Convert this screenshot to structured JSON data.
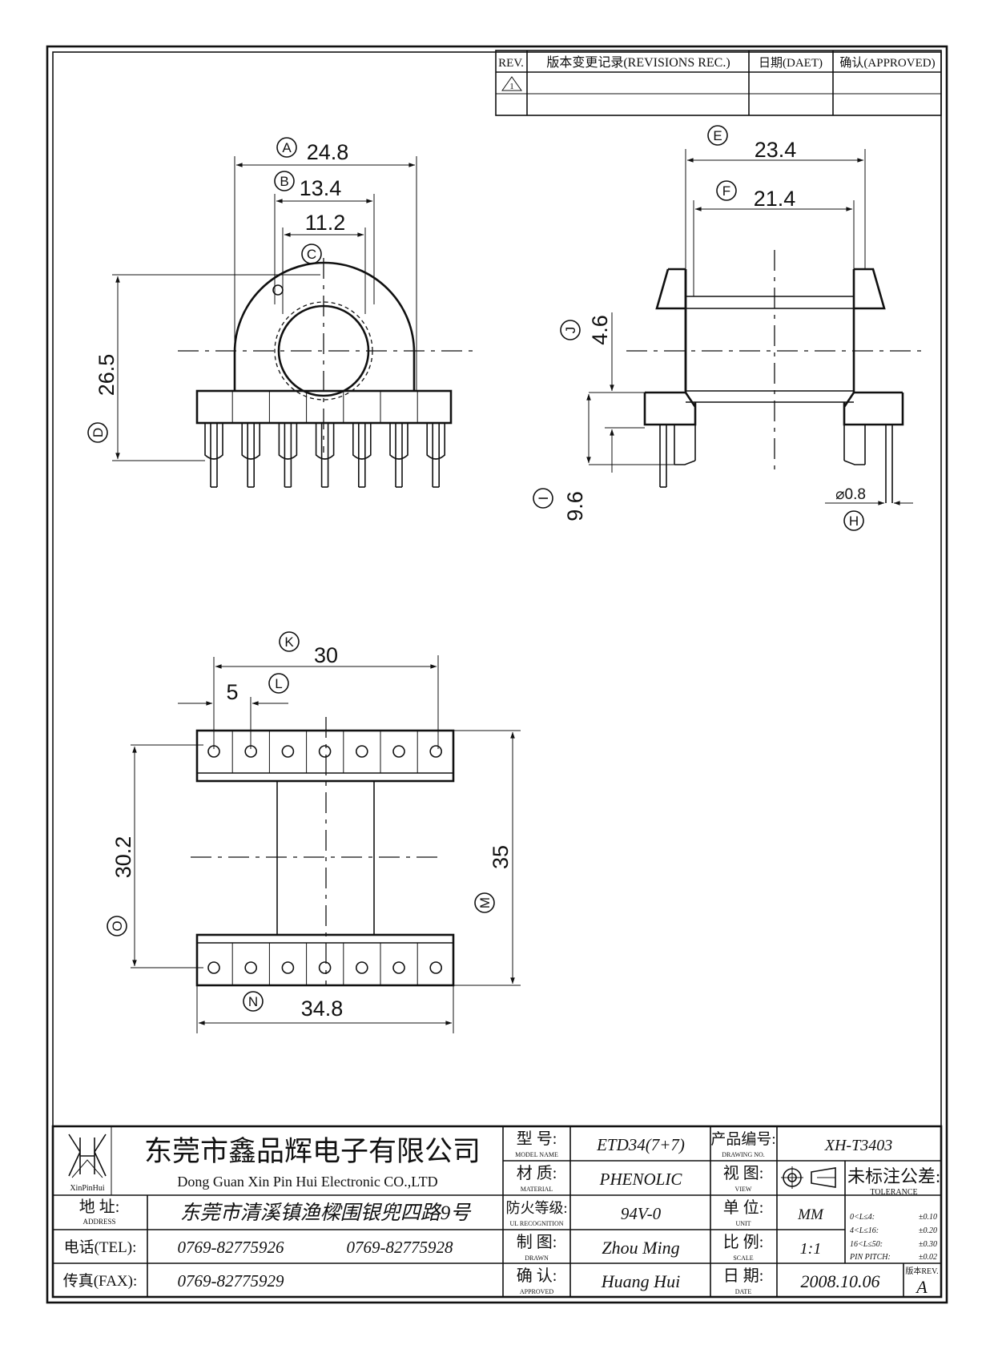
{
  "revisions": {
    "col_rev": "REV.",
    "col_record": "版本变更记录(REVISIONS REC.)",
    "col_date": "日期(DAET)",
    "col_approved": "确认(APPROVED)",
    "row1_mark": "1"
  },
  "front_view": {
    "A_label": "A",
    "A_value": "24.8",
    "B_label": "B",
    "B_value": "13.4",
    "C_label": "C",
    "C_value": "11.2",
    "D_label": "D",
    "D_value": "26.5"
  },
  "side_view": {
    "E_label": "E",
    "E_value": "23.4",
    "F_label": "F",
    "F_value": "21.4",
    "J_label": "J",
    "J_value": "4.6",
    "I_label": "I",
    "I_value": "9.6",
    "H_label": "H",
    "H_value": "⌀0.8"
  },
  "bottom_view": {
    "K_label": "K",
    "K_value": "30",
    "L_label": "L",
    "L_value": "5",
    "O_label": "O",
    "O_value": "30.2",
    "M_label": "M",
    "M_value": "35",
    "N_label": "N",
    "N_value": "34.8"
  },
  "title_block": {
    "logo_text": "XinPinHui",
    "company_cn": "东莞市鑫品辉电子有限公司",
    "company_en": "Dong Guan Xin Pin Hui Electronic CO.,LTD",
    "address_label": "地 址:",
    "address_sub": "ADDRESS",
    "address_value": "东莞市清溪镇渔樑围银兜四路9号",
    "tel_label": "电话(TEL):",
    "tel_value1": "0769-82775926",
    "tel_value2": "0769-82775928",
    "fax_label": "传真(FAX):",
    "fax_value": "0769-82775929",
    "model_label": "型 号:",
    "model_sub": "MODEL NAME",
    "model_value": "ETD34(7+7)",
    "material_label": "材 质:",
    "material_sub": "MATERIAL",
    "material_value": "PHENOLIC",
    "ul_label": "防火等级:",
    "ul_sub": "UL RECOGNITION",
    "ul_value": "94V-0",
    "drawn_label": "制 图:",
    "drawn_sub": "DRAWN",
    "drawn_value": "Zhou Ming",
    "approved_label": "确 认:",
    "approved_sub": "APPROVED",
    "approved_value": "Huang Hui",
    "drawing_no_label": "产品编号:",
    "drawing_no_sub": "DRAWING NO.",
    "drawing_no_value": "XH-T3403",
    "view_label": "视 图:",
    "view_sub": "VIEW",
    "unit_label": "单 位:",
    "unit_sub": "UNIT",
    "unit_value": "MM",
    "scale_label": "比 例:",
    "scale_sub": "SCALE",
    "scale_value": "1:1",
    "date_label": "日 期:",
    "date_sub": "DATE",
    "date_value": "2008.10.06",
    "tolerance_label": "未标注公差:",
    "tolerance_sub": "TOLERANCE",
    "tol_rows": [
      {
        "range": "0<L≤4:",
        "value": "±0.10"
      },
      {
        "range": "4<L≤16:",
        "value": "±0.20"
      },
      {
        "range": "16<L≤50:",
        "value": "±0.30"
      },
      {
        "range": "PIN PITCH:",
        "value": "±0.02"
      }
    ],
    "rev_label": "版本REV.",
    "rev_value": "A"
  }
}
